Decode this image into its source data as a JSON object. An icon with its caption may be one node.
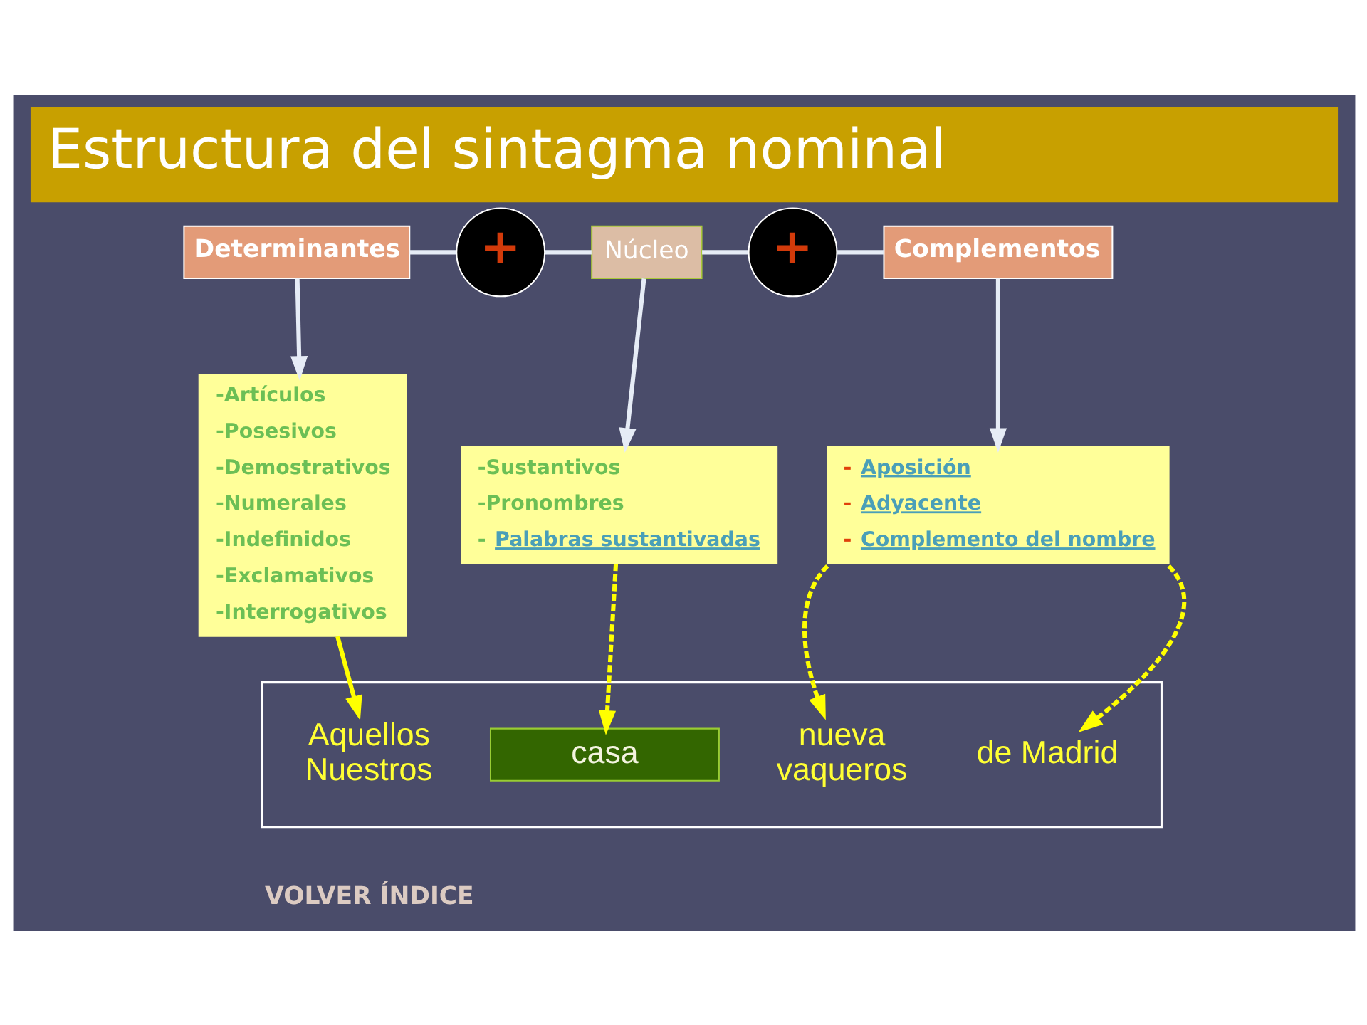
{
  "diagram": {
    "title": "Estructura del sintagma nominal",
    "nodes": [
      {
        "text": [
          "Determinantes"
        ]
      },
      {
        "text": [
          "+"
        ]
      },
      {
        "text": [
          "Núcleo"
        ]
      },
      {
        "text": [
          "+"
        ]
      },
      {
        "text": [
          "Complementos"
        ]
      },
      {
        "text": [
          "-Artículos",
          "-Posesivos",
          "-Demostrativos",
          "-Numerales",
          "-Indefinidos",
          "-Exclamativos",
          "-Interrogativos"
        ]
      },
      {
        "text": [
          "-Sustantivos",
          "-Pronombres",
          "- Palabras sustantivadas"
        ]
      },
      {
        "text": [
          "- Aposición",
          "- Adyacente",
          "- Complemento del nombre"
        ]
      },
      {
        "text": [],
        "shape": "box"
      },
      {
        "text": [
          "Aquellos",
          "Nuestros"
        ],
        "in": 8
      },
      {
        "text": [
          "casa"
        ],
        "in": 8
      },
      {
        "text": [
          "nueva",
          "vaqueros"
        ],
        "in": 8
      },
      {
        "text": [
          "de Madrid"
        ],
        "in": 8
      }
    ],
    "edges": [
      {
        "from": 0,
        "to": 1,
        "arrow": "none"
      },
      {
        "from": 1,
        "to": 2,
        "arrow": "none"
      },
      {
        "from": 2,
        "to": 3,
        "arrow": "none"
      },
      {
        "from": 3,
        "to": 4,
        "arrow": "none"
      },
      {
        "from": 0,
        "to": 5,
        "arrow": "to"
      },
      {
        "from": 2,
        "to": 6,
        "arrow": "to"
      },
      {
        "from": 4,
        "to": 7,
        "arrow": "to"
      },
      {
        "from": 5,
        "to": 9,
        "arrow": "to",
        "color": "#ffff00"
      },
      {
        "from": 6,
        "to": 10,
        "arrow": "to",
        "style": "dashed",
        "color": "#ffff00"
      },
      {
        "from": 7,
        "to": 11,
        "arrow": "to",
        "style": "dashed",
        "color": "#ffff00"
      },
      {
        "from": 7,
        "to": 12,
        "arrow": "to",
        "style": "dashed",
        "color": "#ffff00"
      }
    ],
    "labels": [
      "VOLVER ÍNDICE"
    ]
  }
}
